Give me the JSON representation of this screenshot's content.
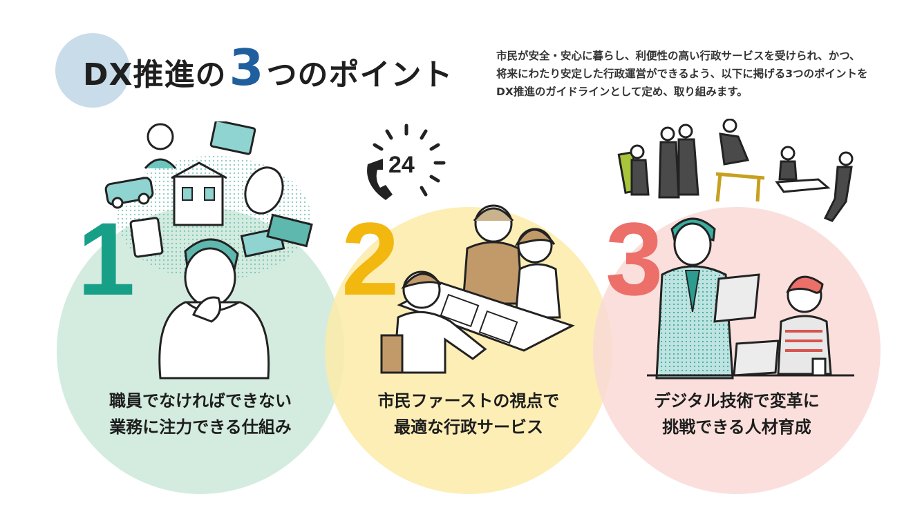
{
  "header": {
    "title_prefix": "DX推進の",
    "title_number": "3",
    "title_suffix": "つのポイント",
    "intro": "市民が安全・安心に暮らし、利便性の高い行政サービスを受けられ、かつ、将来にわたり安定した行政運営ができるよう、以下に掲げる3つのポイントをDX推進のガイドラインとして定め、取り組みます。"
  },
  "clock_label": "24",
  "pillars": [
    {
      "number": "1",
      "line1": "職員でなければできない",
      "line2": "業務に注力できる仕組み",
      "color": "#17a087"
    },
    {
      "number": "2",
      "line1": "市民ファーストの視点で",
      "line2": "最適な行政サービス",
      "color": "#f2b80f"
    },
    {
      "number": "3",
      "line1": "デジタル技術で変革に",
      "line2": "挑戦できる人材育成",
      "color": "#ec6f6a"
    }
  ],
  "colors": {
    "title_circle": "#c9dcea",
    "accent_blue": "#1f5f9e",
    "teal": "#3aaea0"
  }
}
